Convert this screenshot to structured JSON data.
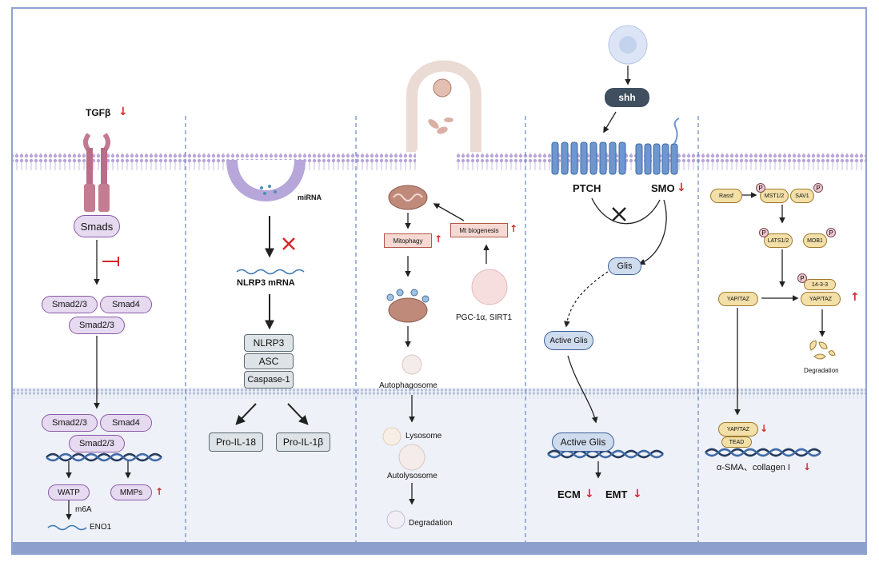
{
  "panel_tgfb": {
    "ligand": "TGFβ",
    "smads": "Smads",
    "smad23_a": "Smad2/3",
    "smad4": "Smad4",
    "smad23_b": "Smad2/3",
    "nuc_smad23_a": "Smad2/3",
    "nuc_smad4": "Smad4",
    "nuc_smad23_b": "Smad2/3",
    "watp": "WATP",
    "mmps": "MMPs",
    "m6a": "m6A",
    "eno1": "ENO1"
  },
  "panel_nlrp3": {
    "mirna": "miRNA",
    "mrna": "NLRP3 mRNA",
    "nlrp3": "NLRP3",
    "asc": "ASC",
    "caspase": "Caspase-1",
    "il18": "Pro-IL-18",
    "il1b": "Pro-IL-1β"
  },
  "panel_mito": {
    "mitophagy": "Mitophagy",
    "biogenesis": "Mt biogenesis",
    "pgc": "PGC-1α, SIRT1",
    "autophagosome": "Autophagosome",
    "lysosome": "Lysosome",
    "autolysosome": "Autolysosome",
    "degradation": "Degradation"
  },
  "panel_shh": {
    "shh": "shh",
    "ptch": "PTCH",
    "smo": "SMO",
    "glis": "Glis",
    "active_glis": "Active Glis",
    "nuc_active_glis": "Active Glis",
    "ecm": "ECM",
    "emt": "EMT"
  },
  "panel_hippo": {
    "rassf": "Rassf",
    "mst": "MST1/2",
    "sav": "SAV1",
    "lats": "LATS1/2",
    "mob": "MOB1",
    "yaptaz": "YAP/TAZ",
    "b1433": "14-3-3",
    "yaptaz_bound": "YAP/TAZ",
    "degradation": "Degradation",
    "nuc_yaptaz": "YAP/TAZ",
    "tead": "TEAD",
    "targets": "α-SMA、collagen I",
    "p": "P"
  },
  "colors": {
    "membrane": "#a99bd0",
    "nucleus_bg": "#eef1f7",
    "frame": "#9fb1d8",
    "down_arrow": "#d62828"
  }
}
